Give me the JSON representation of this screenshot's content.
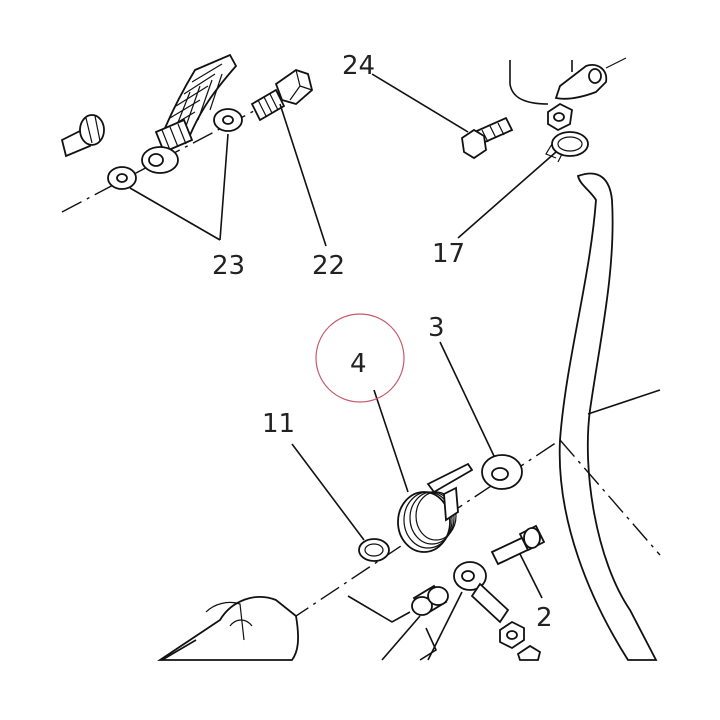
{
  "diagram": {
    "labels": {
      "p2": "2",
      "p3": "3",
      "p4": "4",
      "p11": "11",
      "p17": "17",
      "p22": "22",
      "p23": "23",
      "p24": "24"
    },
    "highlight_color": "#c85a6a",
    "line_color": "#111111"
  }
}
